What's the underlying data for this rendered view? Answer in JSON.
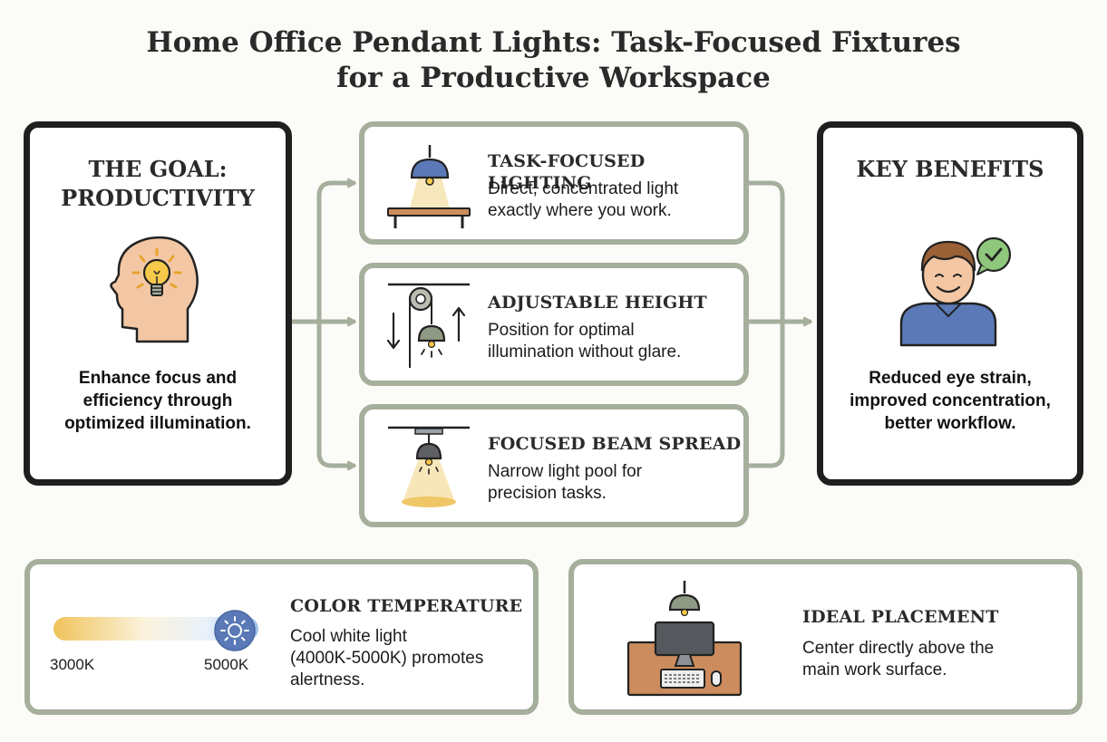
{
  "title": {
    "line1": "Home Office Pendant Lights: Task-Focused Fixtures",
    "line2": "for a Productive Workspace"
  },
  "goal": {
    "heading_line1": "THE GOAL:",
    "heading_line2": "PRODUCTIVITY",
    "icon": "head-lightbulb-icon",
    "text_line1": "Enhance focus and",
    "text_line2": "efficiency through",
    "text_line3": "optimized illumination."
  },
  "features": [
    {
      "title": "TASK-FOCUSED LIGHTING",
      "line1": "Direct, concentrated light",
      "line2": "exactly where you work.",
      "icon": "pendant-over-table-icon"
    },
    {
      "title": "ADJUSTABLE HEIGHT",
      "line1": "Position for optimal",
      "line2": "illumination without glare.",
      "icon": "pulley-pendant-icon"
    },
    {
      "title": "FOCUSED BEAM SPREAD",
      "line1": "Narrow light pool for",
      "line2": "precision tasks.",
      "icon": "beam-spread-icon"
    }
  ],
  "benefits": {
    "heading": "KEY BENEFITS",
    "icon": "happy-person-check-icon",
    "text_line1": "Reduced eye strain,",
    "text_line2": "improved concentration,",
    "text_line3": "better workflow."
  },
  "color_temperature": {
    "title": "COLOR TEMPERATURE",
    "line1": "Cool white light",
    "line2": "(4000K-5000K) promotes",
    "line3": "alertness.",
    "scale_min_label": "3000K",
    "scale_max_label": "5000K",
    "icon": "sun-icon"
  },
  "placement": {
    "title": "IDEAL PLACEMENT",
    "line1": "Center directly above the",
    "line2": "main work surface.",
    "icon": "desk-workstation-icon"
  },
  "colors": {
    "frame_dark": "#1f1f1f",
    "frame_green": "#a6ae9c",
    "lamp_gray": "#8f9a85",
    "blue": "#5a79b6",
    "warm_yellow": "#f4d488",
    "skin": "#f3c7a4",
    "desk": "#cc8c5e"
  }
}
